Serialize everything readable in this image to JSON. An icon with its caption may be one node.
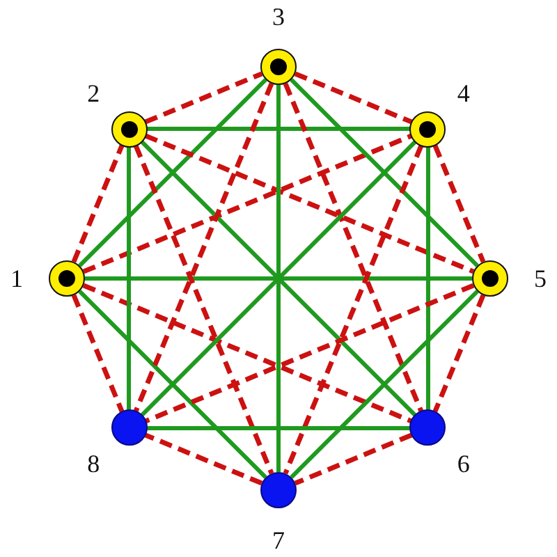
{
  "diagram": {
    "nodes": [
      {
        "text": [],
        "shape": "circle",
        "beside": [
          "1"
        ]
      },
      {
        "text": [],
        "shape": "circle",
        "beside": [
          "2"
        ]
      },
      {
        "text": [],
        "shape": "circle",
        "beside": [
          "3"
        ]
      },
      {
        "text": [],
        "shape": "circle",
        "beside": [
          "4"
        ]
      },
      {
        "text": [],
        "shape": "circle",
        "beside": [
          "5"
        ]
      },
      {
        "text": [],
        "shape": "circle",
        "beside": [
          "6"
        ]
      },
      {
        "text": [],
        "shape": "circle",
        "beside": [
          "7"
        ]
      },
      {
        "text": [],
        "shape": "circle",
        "beside": [
          "8"
        ]
      }
    ],
    "edges": [
      {
        "from": 0,
        "to": 1,
        "arrow": "none",
        "style": "dashed",
        "color": "#cc1111"
      },
      {
        "from": 0,
        "to": 2,
        "arrow": "none",
        "color": "#1f9a1f"
      },
      {
        "from": 0,
        "to": 3,
        "arrow": "none",
        "style": "dashed",
        "color": "#cc1111"
      },
      {
        "from": 0,
        "to": 4,
        "arrow": "none",
        "color": "#1f9a1f"
      },
      {
        "from": 0,
        "to": 5,
        "arrow": "none",
        "style": "dashed",
        "color": "#cc1111"
      },
      {
        "from": 0,
        "to": 6,
        "arrow": "none",
        "color": "#1f9a1f"
      },
      {
        "from": 0,
        "to": 7,
        "arrow": "none",
        "style": "dashed",
        "color": "#cc1111"
      },
      {
        "from": 1,
        "to": 2,
        "arrow": "none",
        "style": "dashed",
        "color": "#cc1111"
      },
      {
        "from": 1,
        "to": 3,
        "arrow": "none",
        "color": "#1f9a1f"
      },
      {
        "from": 1,
        "to": 4,
        "arrow": "none",
        "style": "dashed",
        "color": "#cc1111"
      },
      {
        "from": 1,
        "to": 5,
        "arrow": "none",
        "color": "#1f9a1f"
      },
      {
        "from": 1,
        "to": 6,
        "arrow": "none",
        "style": "dashed",
        "color": "#cc1111"
      },
      {
        "from": 1,
        "to": 7,
        "arrow": "none",
        "color": "#1f9a1f"
      },
      {
        "from": 2,
        "to": 3,
        "arrow": "none",
        "style": "dashed",
        "color": "#cc1111"
      },
      {
        "from": 2,
        "to": 4,
        "arrow": "none",
        "color": "#1f9a1f"
      },
      {
        "from": 2,
        "to": 5,
        "arrow": "none",
        "style": "dashed",
        "color": "#cc1111"
      },
      {
        "from": 2,
        "to": 6,
        "arrow": "none",
        "color": "#1f9a1f"
      },
      {
        "from": 2,
        "to": 7,
        "arrow": "none",
        "style": "dashed",
        "color": "#cc1111"
      },
      {
        "from": 3,
        "to": 4,
        "arrow": "none",
        "style": "dashed",
        "color": "#cc1111"
      },
      {
        "from": 3,
        "to": 5,
        "arrow": "none",
        "color": "#1f9a1f"
      },
      {
        "from": 3,
        "to": 6,
        "arrow": "none",
        "style": "dashed",
        "color": "#cc1111"
      },
      {
        "from": 3,
        "to": 7,
        "arrow": "none",
        "color": "#1f9a1f"
      },
      {
        "from": 4,
        "to": 5,
        "arrow": "none",
        "style": "dashed",
        "color": "#cc1111"
      },
      {
        "from": 4,
        "to": 6,
        "arrow": "none",
        "color": "#1f9a1f"
      },
      {
        "from": 4,
        "to": 7,
        "arrow": "none",
        "style": "dashed",
        "color": "#cc1111"
      },
      {
        "from": 5,
        "to": 6,
        "arrow": "none",
        "style": "dashed",
        "color": "#cc1111"
      },
      {
        "from": 5,
        "to": 7,
        "arrow": "none",
        "color": "#1f9a1f"
      },
      {
        "from": 6,
        "to": 7,
        "arrow": "none",
        "style": "dashed",
        "color": "#cc1111"
      }
    ]
  }
}
